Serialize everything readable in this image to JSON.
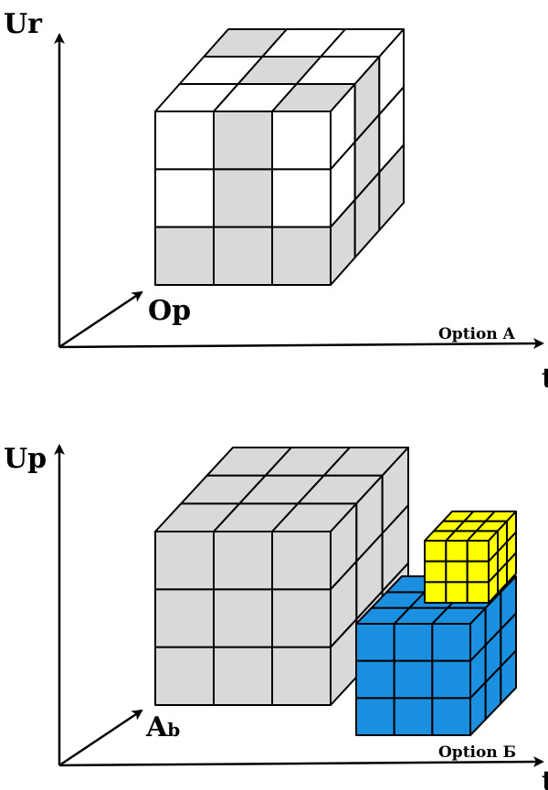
{
  "diagram_a": {
    "y_axis_label": "Ur",
    "x_axis_label": "t",
    "diag_axis_label": "Op",
    "caption": "Option A",
    "cube": {
      "grid": 3,
      "gray_front_cells": [
        [
          0,
          1
        ],
        [
          1,
          1
        ],
        [
          2,
          0
        ],
        [
          2,
          1
        ],
        [
          2,
          2
        ]
      ],
      "gray_top_cells": [
        [
          0,
          2
        ],
        [
          1,
          1
        ],
        [
          2,
          0
        ]
      ]
    }
  },
  "diagram_b": {
    "y_axis_label": "Up",
    "x_axis_label": "t",
    "diag_axis_label_main": "A",
    "diag_axis_label_sub": "b",
    "caption": "Option Б",
    "big_cube_grid": 3,
    "blue_cube_grid": 3,
    "yellow_cube_grid": 3
  },
  "colors": {
    "gray": "#d9d9d9",
    "white": "#ffffff",
    "blue": "#1b8fe0",
    "yellow": "#ffff00",
    "line": "#000000"
  }
}
